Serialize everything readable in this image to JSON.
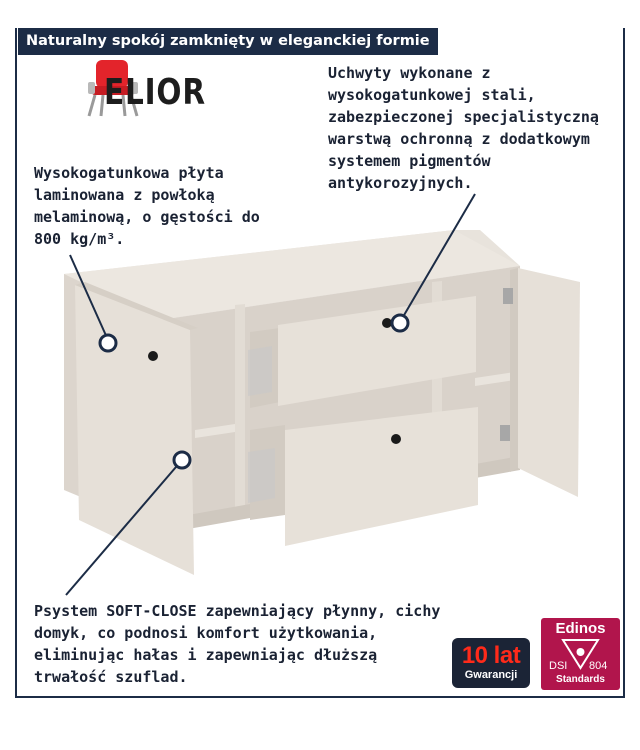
{
  "banner": "Naturalny spokój zamknięty w eleganckiej formie",
  "brand": {
    "name": "ELIOR",
    "accent": "#e3242b"
  },
  "callouts": {
    "handles": "Uchwyty wykonane z wysokogatunkowej stali, zabezpieczonej specjalistyczną warstwą ochronną z dodatkowym systemem pigmentów antykorozyjnych.",
    "board": "Wysokogatunkowa płyta laminowana z powłoką melaminową, o gęstości do 800 kg/m³.",
    "softclose": "Psystem SOFT-CLOSE zapewniający płynny, cichy domyk, co podnosi komfort użytkowania, eliminując hałas i zapewniając dłuższą trwałość szuflad."
  },
  "warranty": {
    "number": "10 lat",
    "label": "Gwarancji"
  },
  "certificate": {
    "title": "Edinos",
    "dsi": "DSI",
    "code": "804",
    "label": "Standards"
  },
  "colors": {
    "navy": "#1c2c46",
    "cabinet": "#e4ded6",
    "certificate": "#b1154c"
  }
}
